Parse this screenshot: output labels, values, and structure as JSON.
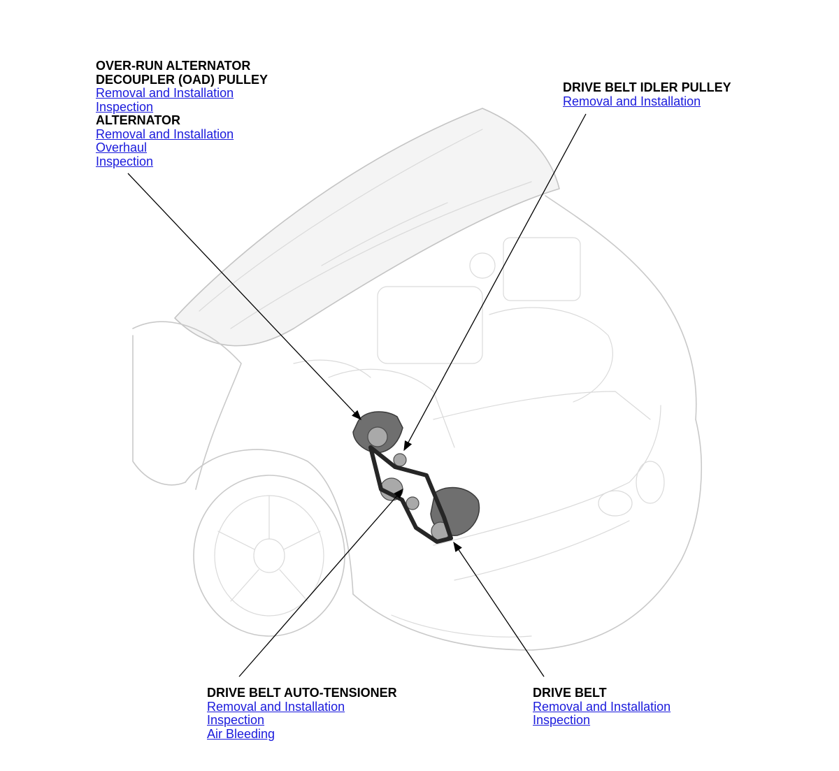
{
  "callouts": {
    "alternator": {
      "heading_1": "OVER-RUN ALTERNATOR",
      "heading_2": "DECOUPLER (OAD) PULLEY",
      "links_1": [
        "Removal and Installation",
        "Inspection"
      ],
      "heading_3": "ALTERNATOR",
      "links_2": [
        "Removal and Installation",
        "Overhaul",
        "Inspection"
      ]
    },
    "idler_pulley": {
      "heading": "DRIVE BELT IDLER PULLEY",
      "links": [
        "Removal and Installation"
      ]
    },
    "auto_tensioner": {
      "heading": "DRIVE BELT AUTO-TENSIONER",
      "links": [
        "Removal and Installation",
        "Inspection",
        "Air Bleeding"
      ]
    },
    "drive_belt": {
      "heading": "DRIVE BELT",
      "links": [
        "Removal and Installation",
        "Inspection"
      ]
    }
  },
  "colors": {
    "link": "#1a1adc",
    "heading": "#000000",
    "car_outline": "#c9c9c9",
    "component": "#6f6f6f",
    "belt": "#262626"
  }
}
